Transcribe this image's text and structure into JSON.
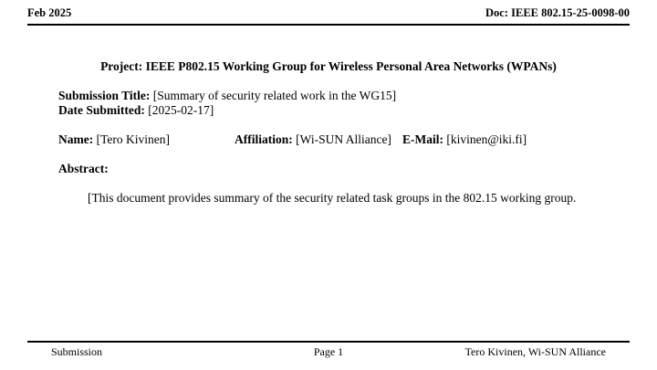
{
  "header": {
    "date": "Feb 2025",
    "doc_id": "Doc: IEEE 802.15-25-0098-00"
  },
  "cover": {
    "project_label": "Project:",
    "project_value": "IEEE P802.15 Working Group for Wireless Personal Area Networks (WPANs)",
    "submission_title_label": "Submission Title:",
    "submission_title_value": "[Summary of security related work in the WG15]",
    "date_submitted_label": "Date Submitted:",
    "date_submitted_value": "[2025-02-17]",
    "name_label": "Name:",
    "name_value": "[Tero Kivinen]",
    "affiliation_label": "Affiliation:",
    "affiliation_value": "[Wi-SUN Alliance]",
    "email_label": "E-Mail:",
    "email_value": "[kivinen@iki.fi]",
    "abstract_label": "Abstract:",
    "abstract_text": "[This document provides summary of the security related task groups in the 802.15 working group."
  },
  "footer": {
    "left": "Submission",
    "center": "Page 1",
    "right": "Tero Kivinen, Wi-SUN Alliance"
  }
}
